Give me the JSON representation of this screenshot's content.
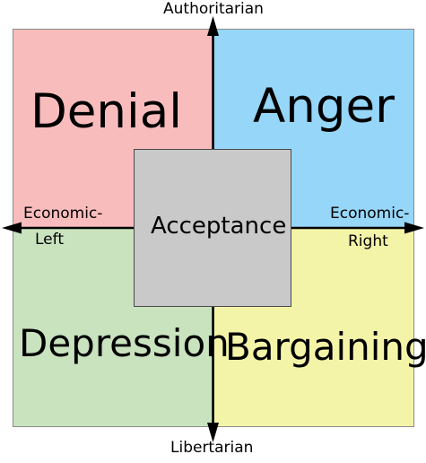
{
  "quadrants": {
    "top_left": {
      "label": "Denial",
      "color": "#f9bcbc"
    },
    "top_right": {
      "label": "Anger",
      "color": "#96d6f8"
    },
    "bottom_left": {
      "label": "Depression",
      "color": "#c9e3bf"
    },
    "bottom_right": {
      "label": "Bargaining",
      "color": "#f4f4a9"
    }
  },
  "center": {
    "label": "Acceptance",
    "color": "#c9c9c9"
  },
  "axes": {
    "top": "Authoritarian",
    "bottom": "Libertarian",
    "left_line1": "Economic-",
    "left_line2": "Left",
    "right_line1": "Economic-",
    "right_line2": "Right"
  }
}
